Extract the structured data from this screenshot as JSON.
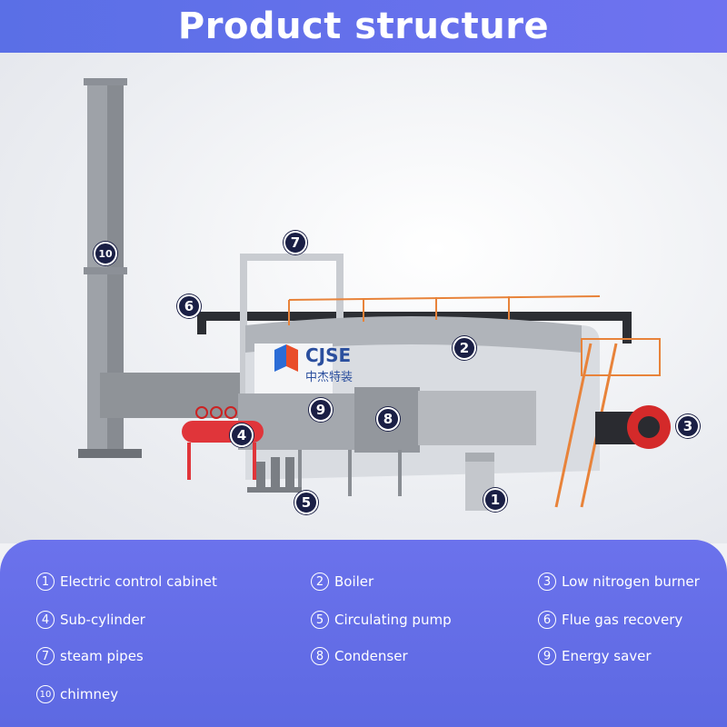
{
  "header": {
    "title": "Product structure"
  },
  "logo": {
    "brand": "CJSE",
    "subtitle": "中杰特装"
  },
  "markers": [
    "1",
    "2",
    "3",
    "4",
    "5",
    "6",
    "7",
    "8",
    "9",
    "10"
  ],
  "legend": [
    {
      "num": "1",
      "label": "Electric control cabinet"
    },
    {
      "num": "2",
      "label": "Boiler"
    },
    {
      "num": "3",
      "label": "Low nitrogen burner"
    },
    {
      "num": "4",
      "label": "Sub-cylinder"
    },
    {
      "num": "5",
      "label": "Circulating pump"
    },
    {
      "num": "6",
      "label": "Flue gas recovery"
    },
    {
      "num": "7",
      "label": "steam pipes"
    },
    {
      "num": "8",
      "label": "Condenser"
    },
    {
      "num": "9",
      "label": "Energy saver"
    },
    {
      "num": "10",
      "label": "chimney"
    }
  ],
  "colors": {
    "accent": "#6b72ec",
    "marker": "#1a1f45",
    "burner": "#d42a2a",
    "ladder": "#e8833a"
  }
}
